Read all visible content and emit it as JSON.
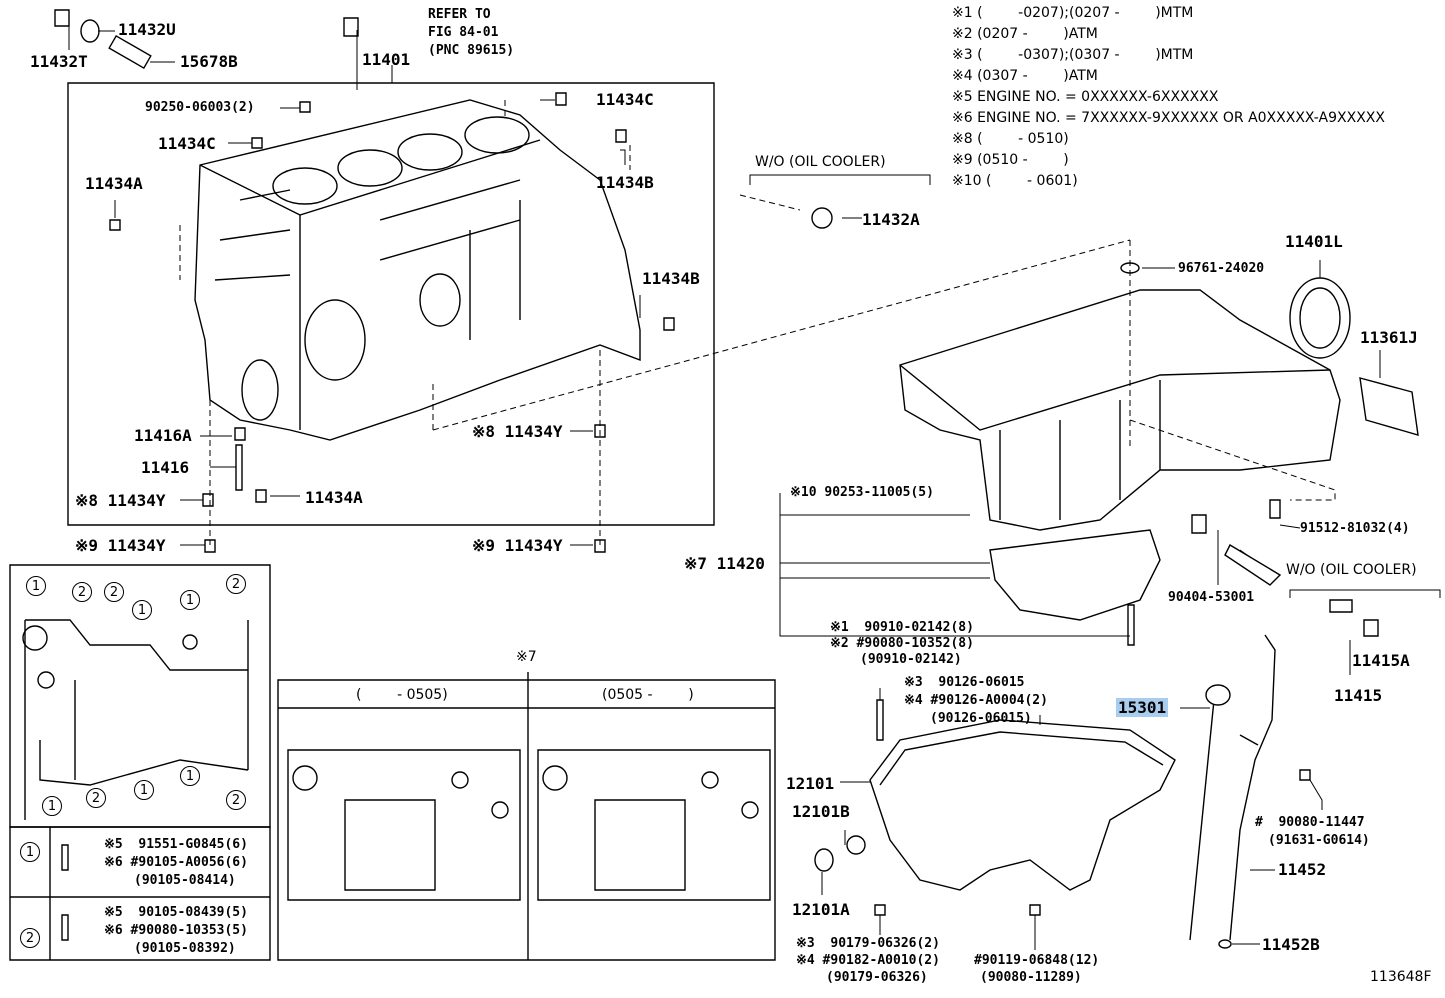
{
  "diagram_id": "113648F",
  "refer": {
    "line1": "REFER TO",
    "line2": "FIG 84-01",
    "line3": "(PNC 89615)"
  },
  "notes": [
    "※1 (        -0207);(0207 -        )MTM",
    "※2 (0207 -        )ATM",
    "※3 (        -0307);(0307 -        )MTM",
    "※4 (0307 -        )ATM",
    "※5 ENGINE NO. = 0XXXXXX-6XXXXXX",
    "※6 ENGINE NO. = 7XXXXXX-9XXXXXX OR A0XXXXX-A9XXXXX",
    "※8 (        - 0510)",
    "※9 (0510 -        )",
    "※10 (        - 0601)"
  ],
  "parts": {
    "p11432T": "11432T",
    "p11432U": "11432U",
    "p15678B": "15678B",
    "p11401": "11401",
    "p90250": "90250-06003(2)",
    "p11434C_a": "11434C",
    "p11434C_b": "11434C",
    "p11434A_a": "11434A",
    "p11434B_a": "11434B",
    "p11434B_b": "11434B",
    "p11416A": "11416A",
    "p11416": "11416",
    "p11434A_b": "11434A",
    "p11434Y_a": "※8 11434Y",
    "p11434Y_b": "※8 11434Y",
    "p11434Y_c": "※9 11434Y",
    "p11434Y_d": "※9 11434Y",
    "wo_oil_cooler_a": "W/O (OIL COOLER)",
    "p11432A": "11432A",
    "p11401L": "11401L",
    "p96761": "96761-24020",
    "p11361J": "11361J",
    "p90253": "※10 90253-11005(5)",
    "p11420": "※7 11420",
    "p91512": "91512-81032(4)",
    "wo_oil_cooler_b": "W/O (OIL COOLER)",
    "p90404": "90404-53001",
    "p90910_a": "※1  90910-02142(8)",
    "p90080_a": "※2 #90080-10352(8)",
    "p90910_b": "(90910-02142)",
    "p11415A": "11415A",
    "p11415": "11415",
    "p90126_a": "※3  90126-06015",
    "p90126_b": "※4 #90126-A0004(2)",
    "p90126_c": "(90126-06015)",
    "p15301": "15301",
    "p12101": "12101",
    "p12101B": "12101B",
    "p12101A": "12101A",
    "p90080_b": "#  90080-11447",
    "p91631": "(91631-G0614)",
    "p11452": "11452",
    "p11452B": "11452B",
    "p90179_a": "※3  90179-06326(2)",
    "p90182": "※4 #90182-A0010(2)",
    "p90179_b": "(90179-06326)",
    "p90119": "#90119-06848(12)",
    "p90080_c": "(90080-11289)"
  },
  "detail7": {
    "label": "※7",
    "col1": "(        - 0505)",
    "col2": "(0505 -        )"
  },
  "legend": {
    "row1": {
      "num": "1",
      "a": "※5  91551-G0845(6)",
      "b": "※6 #90105-A0056(6)",
      "c": "(90105-08414)"
    },
    "row2": {
      "num": "2",
      "a": "※5  90105-08439(5)",
      "b": "※6 #90080-10353(5)",
      "c": "(90105-08392)"
    }
  },
  "pan_markers": [
    {
      "num": "1"
    },
    {
      "num": "2"
    },
    {
      "num": "2"
    },
    {
      "num": "1"
    },
    {
      "num": "1"
    },
    {
      "num": "2"
    },
    {
      "num": "1"
    },
    {
      "num": "2"
    },
    {
      "num": "1"
    },
    {
      "num": "1"
    },
    {
      "num": "2"
    }
  ]
}
